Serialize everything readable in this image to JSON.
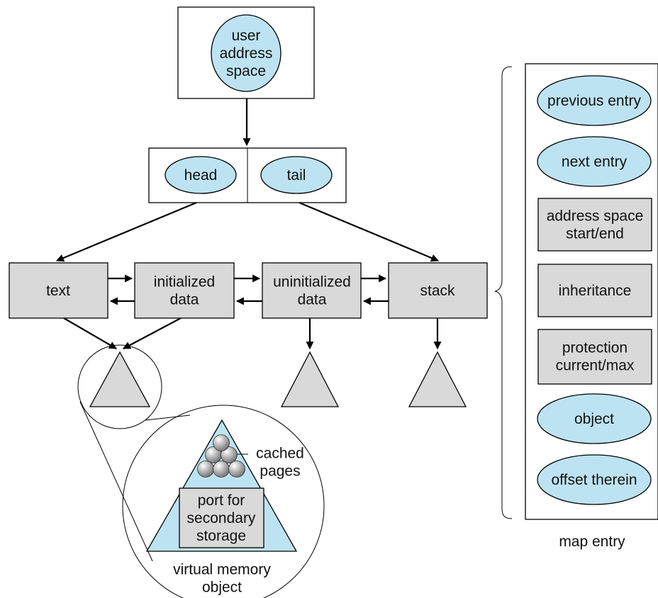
{
  "colors": {
    "blue_fill": "#bde3f2",
    "gray_fill": "#d9d9d9",
    "stroke": "#000000"
  },
  "user_address_space": "user address space",
  "list_header": {
    "head": "head",
    "tail": "tail"
  },
  "segments": {
    "text": "text",
    "initialized_data": "initialized data",
    "uninitialized_data": "uninitialized data",
    "stack": "stack"
  },
  "vm_object": {
    "cached_pages": "cached pages",
    "port": "port for secondary storage",
    "caption": "virtual memory object"
  },
  "map_entry": {
    "caption": "map entry",
    "fields": [
      {
        "label": "previous entry",
        "shape": "ellipse"
      },
      {
        "label": "next entry",
        "shape": "ellipse"
      },
      {
        "label": "address space start/end",
        "shape": "box"
      },
      {
        "label": "inheritance",
        "shape": "box"
      },
      {
        "label": "protection current/max",
        "shape": "box"
      },
      {
        "label": "object",
        "shape": "ellipse"
      },
      {
        "label": "offset therein",
        "shape": "ellipse"
      }
    ]
  }
}
